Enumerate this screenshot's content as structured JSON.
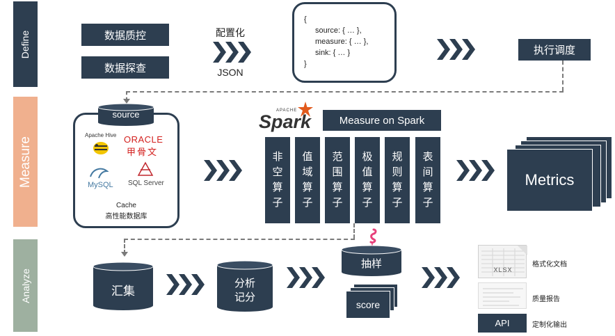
{
  "sidebar": {
    "define": "Define",
    "measure": "Measure",
    "analyze": "Analyze"
  },
  "colors": {
    "navy": "#2d3e50",
    "measure_band": "#f0b08e",
    "analyze_band": "#9eb0a0",
    "dashed": "#7a7a7a"
  },
  "define": {
    "quality_control": "数据质控",
    "data_explore": "数据探查",
    "config_label": "配置化",
    "json_label": "JSON",
    "code_lines": [
      "{",
      "source: { … },",
      "measure: { … },",
      "sink: { … }",
      "}"
    ],
    "schedule": "执行调度"
  },
  "measure": {
    "source_label": "source",
    "sources": {
      "hive": "Apache Hive",
      "oracle": "ORACLE",
      "oracle_cn": "甲骨文",
      "mysql": "MySQL",
      "sqlserver": "SQL Server",
      "cache": "Cache",
      "cache_cn": "高性能数据库"
    },
    "spark_prefix": "APACHE",
    "spark_logo": "Spark",
    "spark_title": "Measure on Spark",
    "operators": [
      [
        "非",
        "空",
        "算",
        "子"
      ],
      [
        "值",
        "域",
        "算",
        "子"
      ],
      [
        "范",
        "围",
        "算",
        "子"
      ],
      [
        "极",
        "值",
        "算",
        "子"
      ],
      [
        "规",
        "则",
        "算",
        "子"
      ],
      [
        "表",
        "间",
        "算",
        "子"
      ]
    ],
    "metrics": "Metrics"
  },
  "analyze": {
    "aggregate": "汇集",
    "analyze_score": [
      "分析",
      "记分"
    ],
    "sample": "抽样",
    "score": "score",
    "xlsx": "XLSX",
    "formatted_doc": "格式化文档",
    "quality_report": "质量报告",
    "api": "API",
    "custom_output": "定制化输出"
  },
  "icons": [
    "chevron-triple-icon",
    "flamingo-icon",
    "hive-bee-icon",
    "mysql-dolphin-icon",
    "sqlserver-icon",
    "spark-star-icon",
    "xlsx-document-icon",
    "report-document-icon"
  ]
}
